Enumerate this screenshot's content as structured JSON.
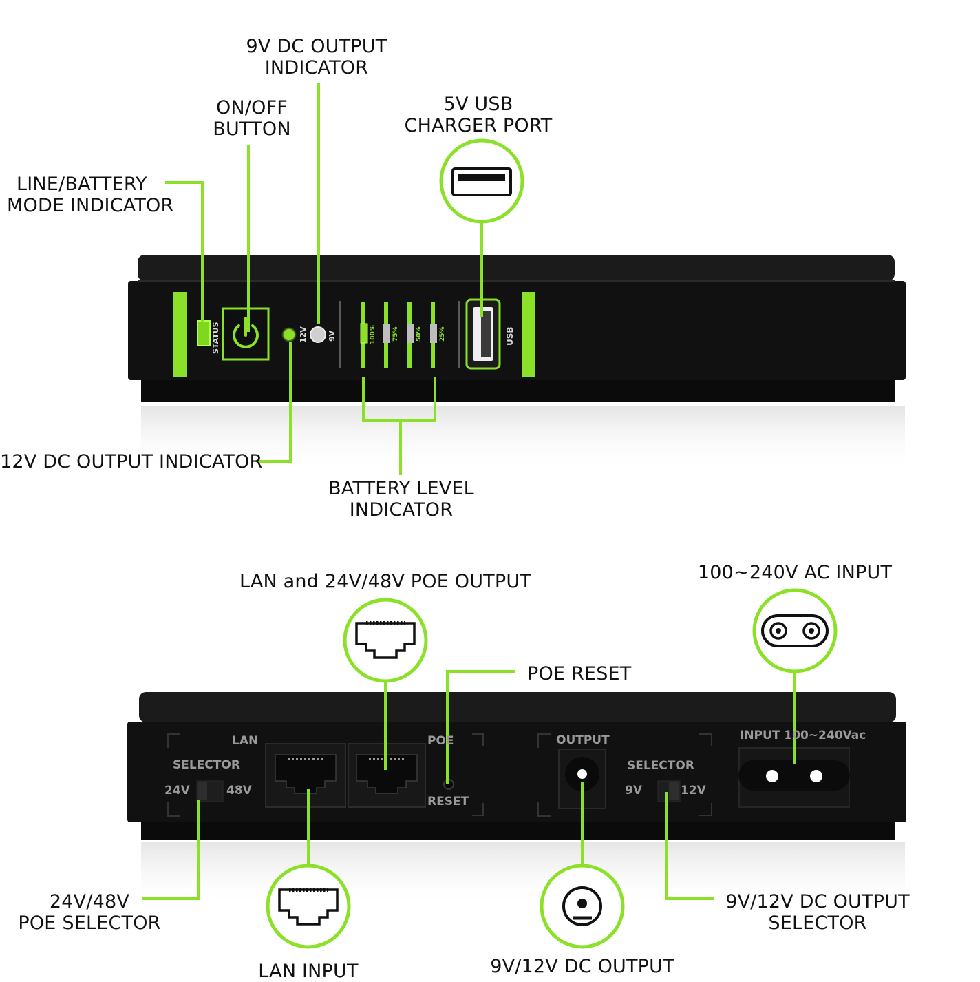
{
  "colors": {
    "accent_green": "#8BE028",
    "device_body": "#121212",
    "device_dark": "#0a0a0a",
    "panel_text": "#9a9a9a"
  },
  "top_callouts": {
    "line_battery": [
      "LINE/BATTERY",
      "MODE INDICATOR"
    ],
    "on_off": [
      "ON/OFF",
      "BUTTON"
    ],
    "nine_v_ind": [
      "9V DC OUTPUT",
      "INDICATOR"
    ],
    "usb_port": [
      "5V USB",
      "CHARGER PORT"
    ],
    "twelve_v_ind": "12V DC OUTPUT INDICATOR",
    "battery_level": [
      "BATTERY LEVEL",
      "INDICATOR"
    ]
  },
  "top_panel": {
    "status": "STATUS",
    "led_12v": "12V",
    "led_9v": "9V",
    "levels": [
      "100%",
      "75%",
      "50%",
      "25%"
    ],
    "usb": "USB"
  },
  "bottom_callouts": {
    "lan_poe_output": "LAN and 24V/48V POE OUTPUT",
    "ac_input": "100~240V AC INPUT",
    "poe_reset": "POE RESET",
    "poe_selector": [
      "24V/48V",
      "POE SELECTOR"
    ],
    "lan_input": "LAN INPUT",
    "dc_output": "9V/12V DC OUTPUT",
    "dc_selector": [
      "9V/12V DC OUTPUT",
      "SELECTOR"
    ]
  },
  "rear_panel": {
    "lan": "LAN",
    "poe": "POE",
    "reset": "RESET",
    "selector_left": "SELECTOR",
    "v24": "24V",
    "v48": "48V",
    "output": "OUTPUT",
    "selector_right": "SELECTOR",
    "v9": "9V",
    "v12": "12V",
    "input": "INPUT 100~240Vac"
  }
}
